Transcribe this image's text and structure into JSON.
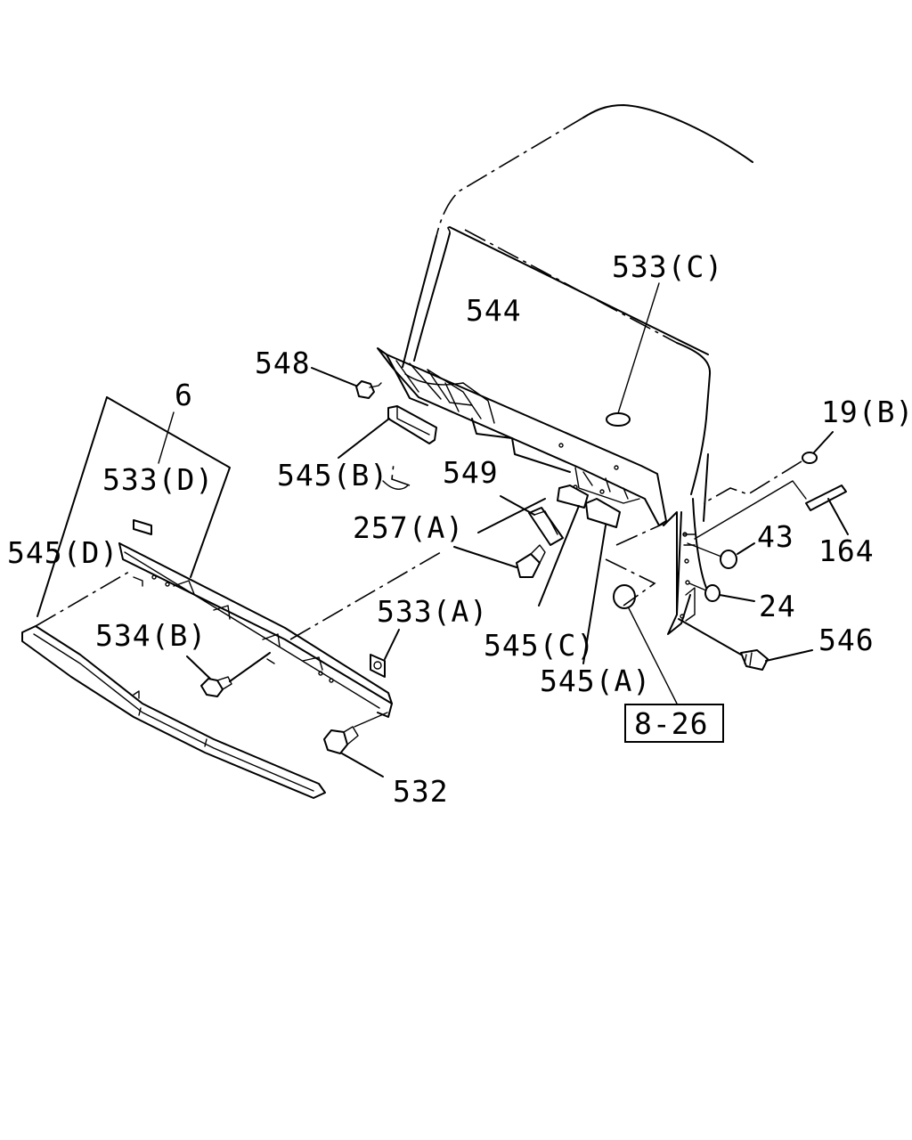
{
  "diagram": {
    "labels": {
      "p548": "548",
      "p544": "544",
      "p533c": "533(C)",
      "p19b": "19(B)",
      "p6": "6",
      "p533d": "533(D)",
      "p545b": "545(B)",
      "p549": "549",
      "p257a": "257(A)",
      "p545d": "545(D)",
      "p43": "43",
      "p164": "164",
      "p24": "24",
      "p533a": "533(A)",
      "p534b": "534(B)",
      "p545c": "545(C)",
      "p546": "546",
      "p545a": "545(A)",
      "p532": "532",
      "ref826": "8-26"
    },
    "colors": {
      "line": "#000000",
      "background": "#ffffff"
    }
  }
}
